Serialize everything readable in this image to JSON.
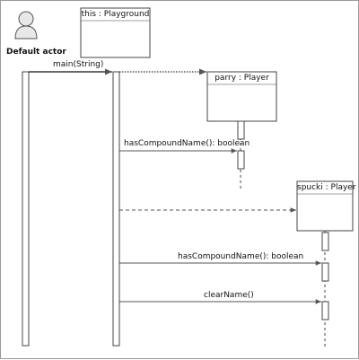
{
  "actor": {
    "name": "Default actor",
    "icon": "actor-person-icon"
  },
  "lifelines": [
    {
      "key": "playground",
      "title": "this : Playground"
    },
    {
      "key": "parry",
      "title": "parry : Player"
    },
    {
      "key": "spucki",
      "title": "spucki : Player"
    }
  ],
  "messages": [
    {
      "key": "main",
      "label": "main(String)",
      "kind": "synchronous call"
    },
    {
      "key": "create_parry",
      "label": "",
      "kind": "create (dotted)"
    },
    {
      "key": "has_compound_parry",
      "label": "hasCompoundName(): boolean",
      "kind": "call"
    },
    {
      "key": "create_spucki",
      "label": "",
      "kind": "create (dashed)"
    },
    {
      "key": "has_compound_spucki",
      "label": "hasCompoundName(): boolean",
      "kind": "call"
    },
    {
      "key": "clear_name",
      "label": "clearName()",
      "kind": "call"
    }
  ],
  "colors": {
    "line": "#444444",
    "frame": "#9a9a9a",
    "box": "#ffffff",
    "arrow_fill": "#555555"
  }
}
